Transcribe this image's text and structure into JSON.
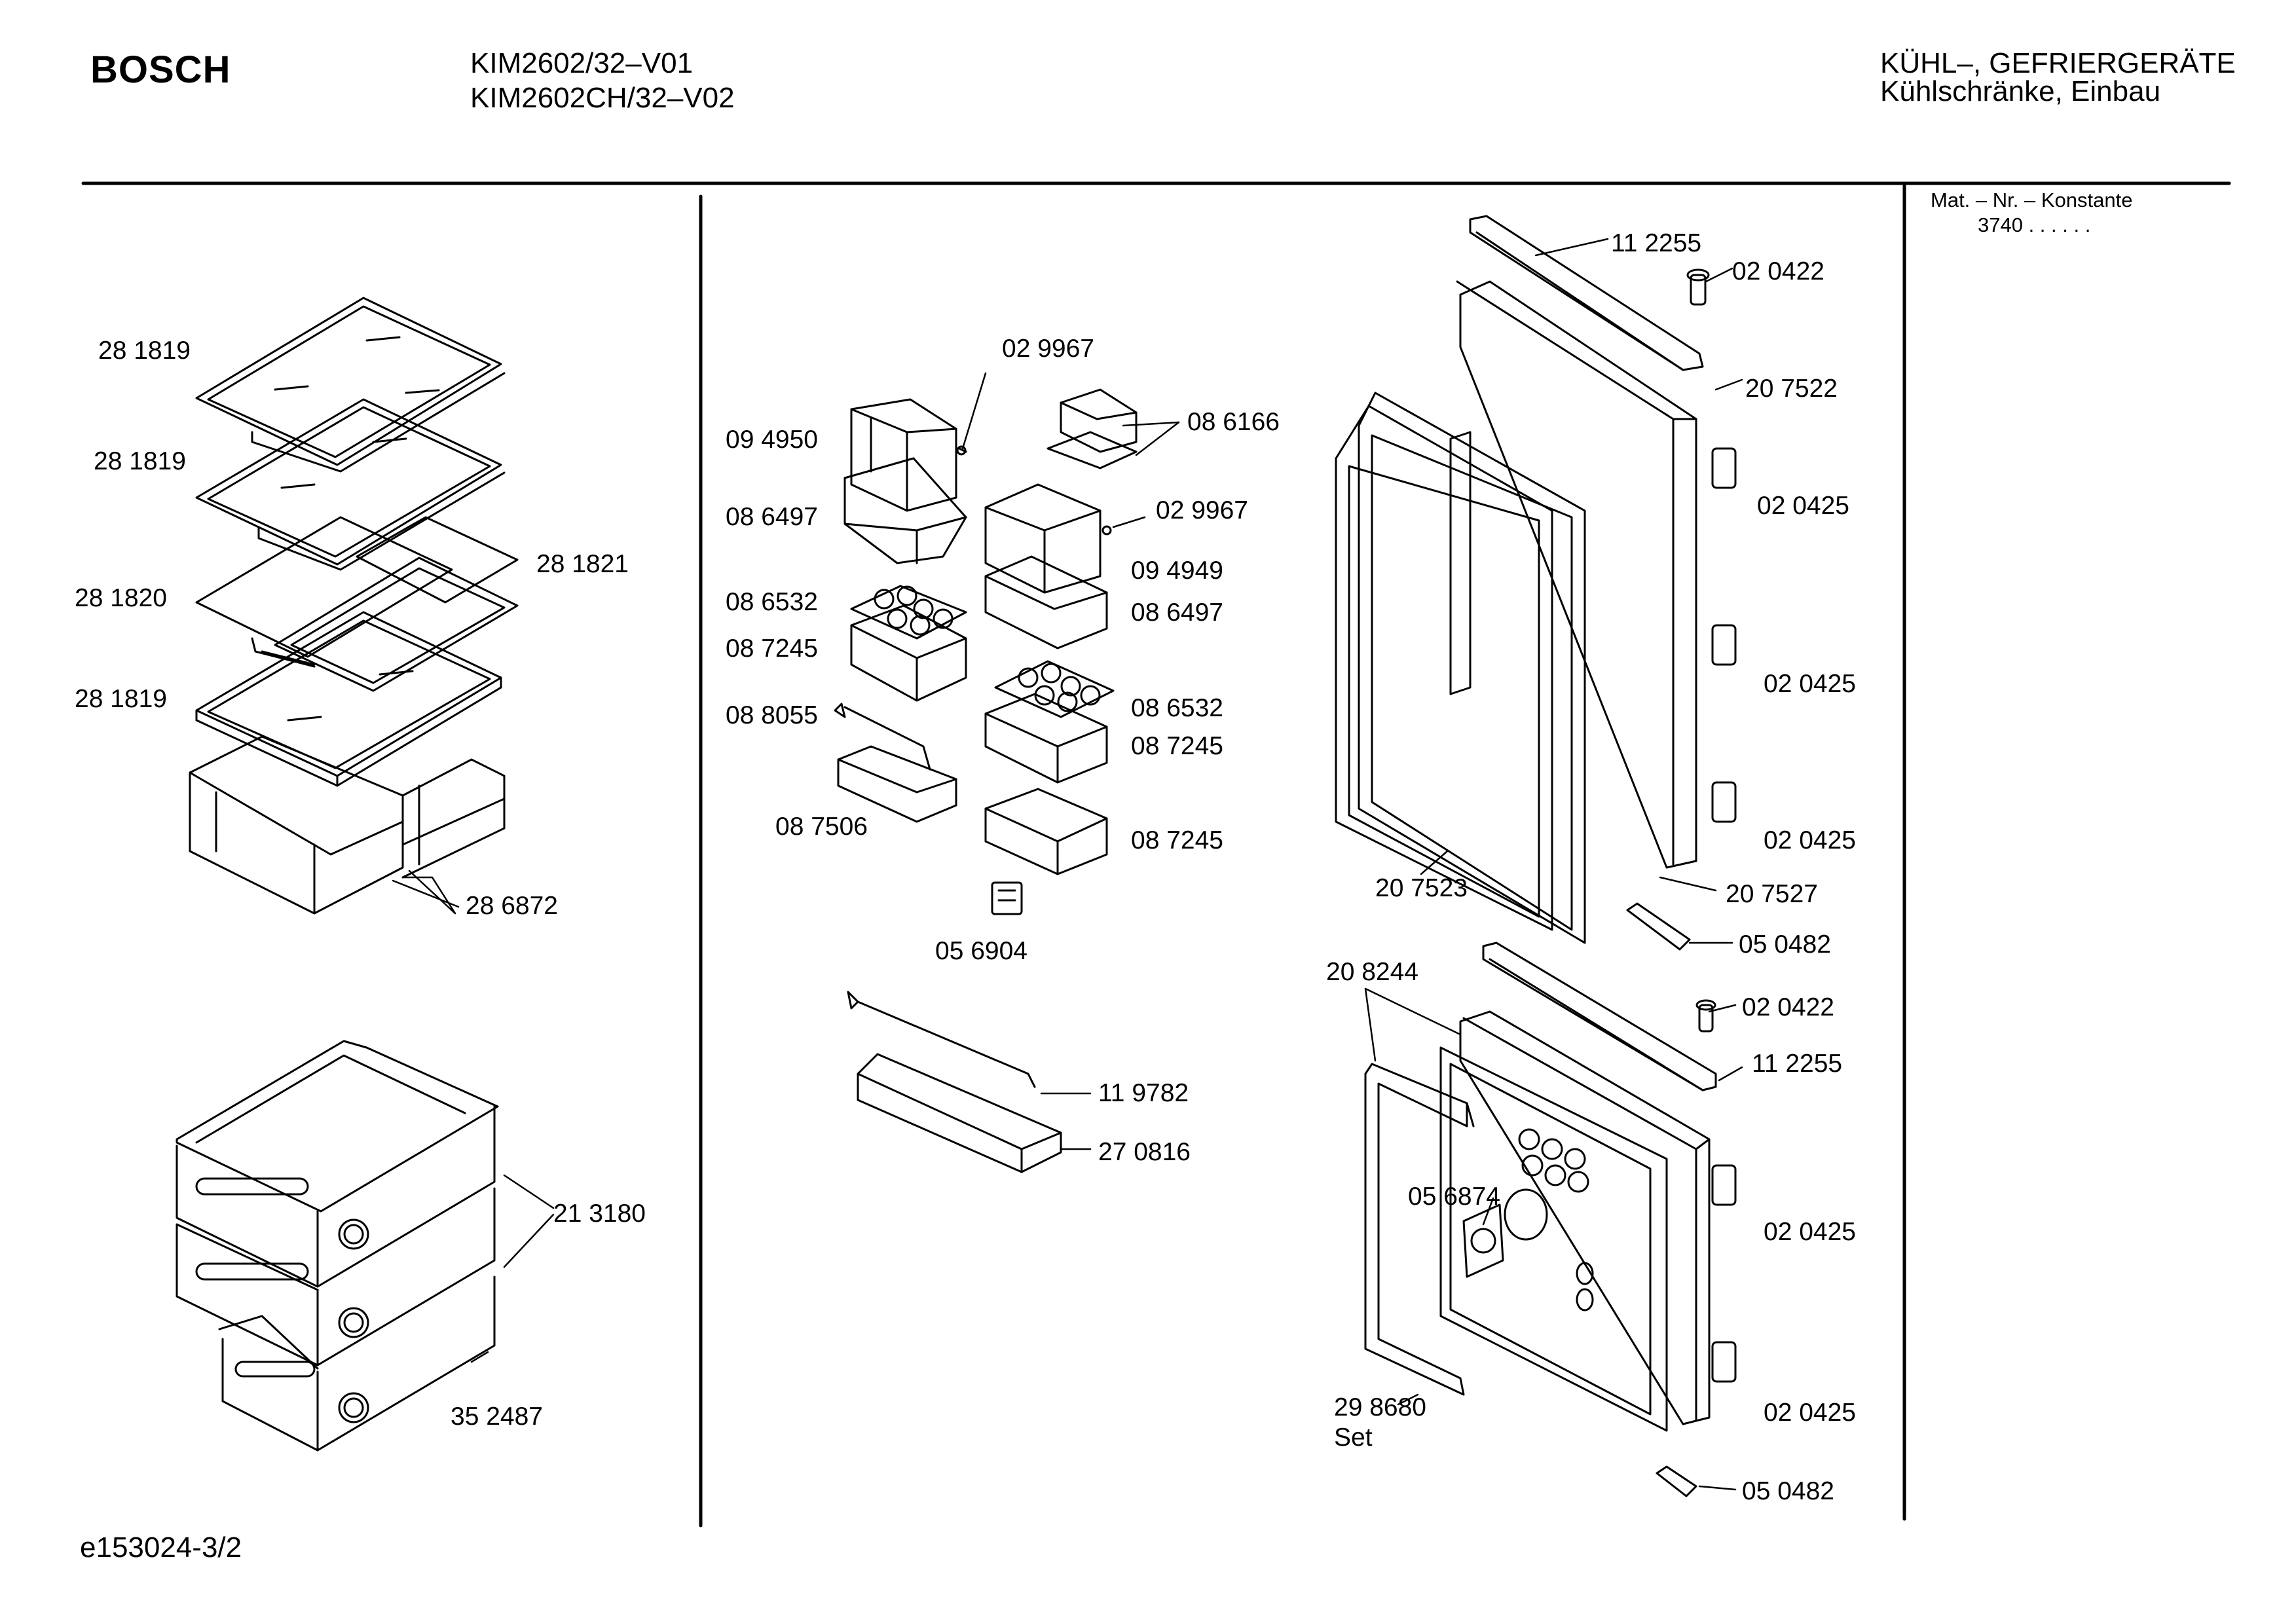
{
  "header": {
    "brand": "BOSCH",
    "models": [
      "KIM2602/32–V01",
      "KIM2602CH/32–V02"
    ],
    "category": [
      "KÜHL–, GEFRIERGERÄTE",
      "Kühlschränke, Einbau"
    ]
  },
  "side_note": {
    "title": "Mat. – Nr. – Konstante",
    "value": "3740 . . . . . ."
  },
  "footer": {
    "doc_id": "e153024-3/2"
  },
  "labels": {
    "shelf_1": "28 1819",
    "shelf_2": "28 1819",
    "shelf_3": "28 1820",
    "shelf_frame": "28 1821",
    "shelf_4": "28 1819",
    "crisper": "28 6872",
    "drawers": "21 3180",
    "drawer_bottom": "35 2487",
    "pin_top": "02 9967",
    "box_left": "09 4950",
    "butter_lid": "08 6166",
    "tray_left": "08 6497",
    "pin_mid": "02 9967",
    "box_right": "09 4949",
    "egg_left": "08 6532",
    "tray_right": "08 6497",
    "cup_left": "08 7245",
    "egg_right": "08 6532",
    "pin_left": "08 8055",
    "cup_right": "08 7245",
    "cup_small": "08 7506",
    "cup_lower": "08 7245",
    "clip": "05 6904",
    "bottle_bar": "11 9782",
    "bottle_shelf": "27 0816",
    "top_rail": "11 2255",
    "top_screw": "02 0422",
    "door_outer": "20 7522",
    "hinge_1": "02 0425",
    "hinge_2": "02 0425",
    "hinge_3": "02 0425",
    "door_liner": "20 7523",
    "gasket": "20 7527",
    "clip_top": "05 0482",
    "freezer_set": "20 8244",
    "lower_screw": "02 0422",
    "lower_rail": "11 2255",
    "knob": "05 6874",
    "hinge_4": "02 0425",
    "hinge_5": "02 0425",
    "gasket_set": "29 8680",
    "gasket_set_note": "Set",
    "clip_bottom": "05 0482"
  }
}
